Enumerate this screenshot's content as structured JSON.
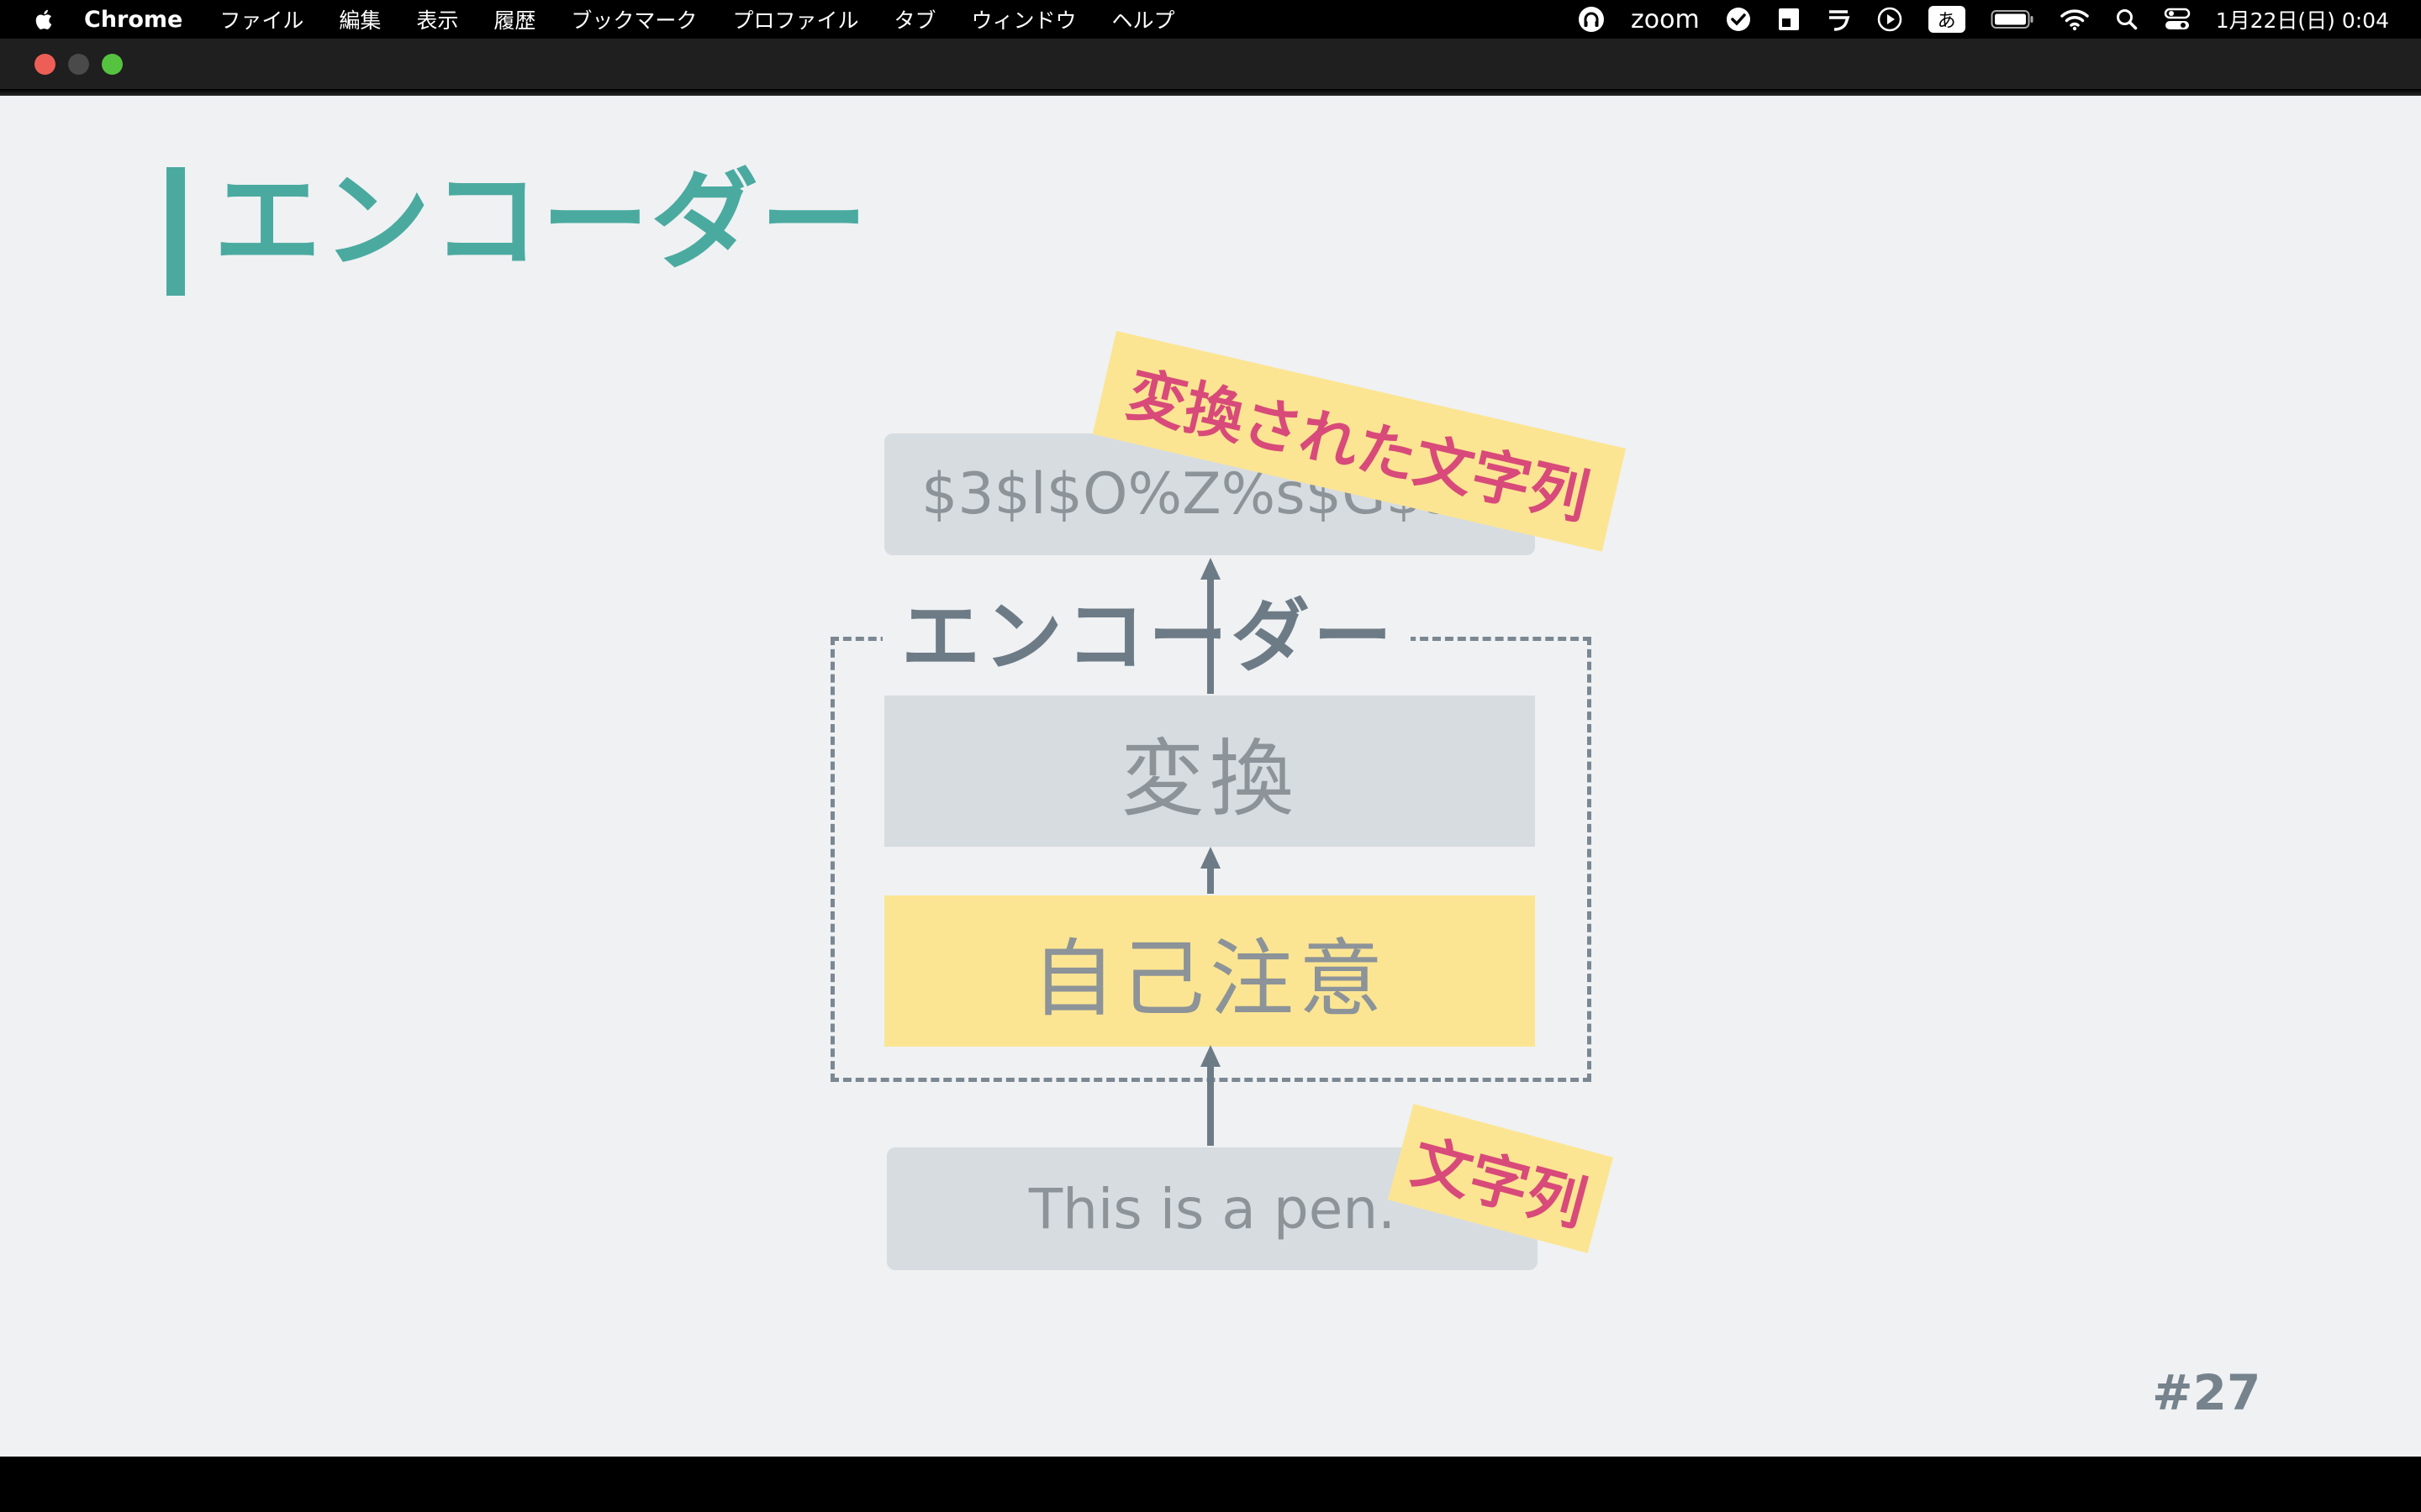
{
  "menubar": {
    "app_name": "Chrome",
    "items": [
      "ファイル",
      "編集",
      "表示",
      "履歴",
      "ブックマーク",
      "プロファイル",
      "タブ",
      "ウィンドウ",
      "ヘルプ"
    ],
    "tray": {
      "zoom_label": "zoom",
      "ime_label": "あ",
      "clock": "1月22日(日) 0:04"
    }
  },
  "slide": {
    "title": "エンコーダー",
    "encoder_label": "エンコーダー",
    "output_text": "$3$l$O%Z%s$G$9.",
    "transform_label": "変換",
    "attention_label": "自己注意",
    "input_text": "This is a pen.",
    "tag_output": "変換された文字列",
    "tag_input": "文字列",
    "slide_number": "#27"
  },
  "colors": {
    "accent_teal": "#4aaaa0",
    "box_gray": "#d7dce0",
    "highlight_yellow": "#fce592",
    "tag_pink": "#d84a7a",
    "slide_bg": "#eff1f3"
  }
}
